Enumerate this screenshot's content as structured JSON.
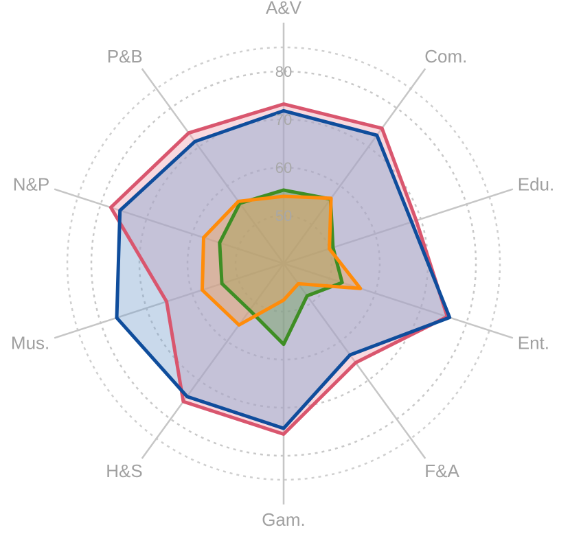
{
  "chart_data": {
    "type": "radar",
    "categories": [
      "A&V",
      "Com.",
      "Edu.",
      "Ent.",
      "F&A",
      "Gam.",
      "H&S",
      "Mus.",
      "N&P",
      "P&B"
    ],
    "rlim": [
      40,
      85
    ],
    "ticks": [
      50,
      60,
      70,
      80
    ],
    "tick_labels": [
      "50",
      "60",
      "70",
      "80"
    ],
    "grid": true,
    "series": [
      {
        "values": [
          73.2,
          74.8,
          69.0,
          75.8,
          65.5,
          75.5,
          75.5,
          65.6,
          77.8,
          73.6
        ],
        "color": "#d9566e",
        "fill": "rgba(240,170,185,0.45)"
      },
      {
        "values": [
          71.8,
          73.0,
          68.0,
          76.3,
          63.5,
          74.3,
          74.2,
          76.5,
          75.8,
          71.4
        ],
        "color": "#0f4d9c",
        "fill": "rgba(120,160,205,0.40)"
      },
      {
        "values": [
          55.3,
          56.6,
          50.8,
          52.8,
          48.3,
          56.8,
          52.0,
          53.5,
          54.0,
          55.5
        ],
        "color": "#3e8e24",
        "fill": "rgba(110,160,90,0.45)"
      },
      {
        "values": [
          54.0,
          56.8,
          50.0,
          56.8,
          45.2,
          47.6,
          55.8,
          57.8,
          57.5,
          56.0
        ],
        "color": "#ff8c0a",
        "fill": "rgba(245,160,80,0.40)"
      }
    ]
  }
}
